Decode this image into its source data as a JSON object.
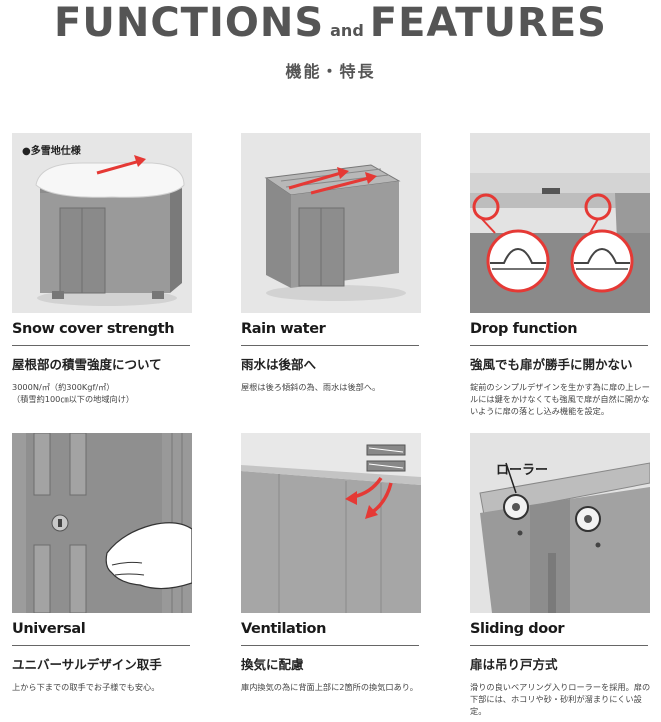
{
  "header": {
    "title_a": "FUNCTIONS",
    "title_and": "and",
    "title_b": "FEATURES",
    "subtitle": "機能・特長"
  },
  "cards": [
    {
      "image_label": "●多雪地仕様",
      "name": "Snow cover strength",
      "heading": "屋根部の積雪強度について",
      "desc": [
        "3000N/㎡（約300Kgf/㎡）",
        "（積雪約100㎝以下の地域向け）"
      ]
    },
    {
      "name": "Rain water",
      "heading": "雨水は後部へ",
      "desc": [
        "屋根は後ろ傾斜の為、雨水は後部へ。"
      ]
    },
    {
      "name": "Drop function",
      "heading": "強風でも扉が勝手に開かない",
      "desc": [
        "錠前のシンプルデザインを生かす為に扉の上レー",
        "ルには鍵をかけなくても強風で扉が自然に開かな",
        "いように扉の落とし込み機能を設定。"
      ]
    },
    {
      "name": "Universal",
      "heading": "ユニバーサルデザイン取手",
      "desc": [
        "上から下までの取手でお子様でも安心。"
      ]
    },
    {
      "name": "Ventilation",
      "heading": "換気に配慮",
      "desc": [
        "庫内換気の為に背面上部に2箇所の換気口あり。"
      ]
    },
    {
      "image_label": "ローラー",
      "name": "Sliding door",
      "heading": "扉は吊り戸方式",
      "desc": [
        "滑りの良いベアリング入りローラーを採用。扉の",
        "下部には、ホコリや砂・砂利が溜まりにくい設",
        "定。"
      ]
    }
  ],
  "colors": {
    "accent_red": "#e53935",
    "panel_bg": "#e6e6e6",
    "title_gray": "#555555"
  }
}
